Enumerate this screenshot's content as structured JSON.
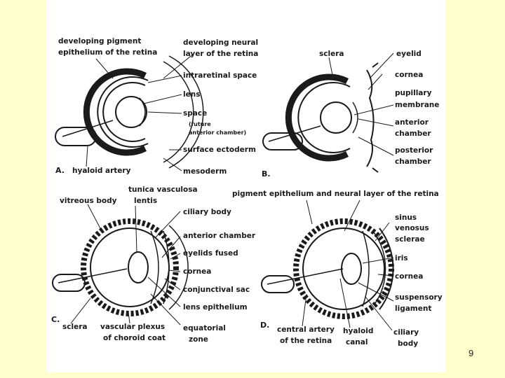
{
  "panelA": {
    "letter": "A.",
    "l1a": "developing pigment",
    "l1b": "epithelium of the retina",
    "l2a": "developing neural",
    "l2b": "layer of the retina",
    "l3": "intraretinal space",
    "l4": "lens",
    "l5a": "space",
    "l5b": "(future",
    "l5c": "anterior chamber)",
    "l6": "surface ectoderm",
    "l7": "mesoderm",
    "l8": "hyaloid artery"
  },
  "panelB": {
    "letter": "B.",
    "l1": "sclera",
    "l2": "eyelid",
    "l3": "cornea",
    "l4a": "pupillary",
    "l4b": "membrane",
    "l5a": "anterior",
    "l5b": "chamber",
    "l6a": "posterior",
    "l6b": "chamber"
  },
  "panelC": {
    "letter": "C.",
    "l1": "vitreous body",
    "l2a": "tunica vasculosa",
    "l2b": "lentis",
    "l3": "ciliary body",
    "l4": "anterior chamber",
    "l5": "eyelids fused",
    "l6": "cornea",
    "l7": "conjunctival sac",
    "l8": "lens epithelium",
    "l9a": "equatorial",
    "l9b": "zone",
    "l10a": "vascular plexus",
    "l10b": "of choroid coat",
    "l11": "sclera"
  },
  "panelD": {
    "letter": "D.",
    "top": "pigment epithelium and neural layer of the retina",
    "l1a": "sinus",
    "l1b": "venosus",
    "l1c": "sclerae",
    "l2": "iris",
    "l3": "cornea",
    "l4a": "suspensory",
    "l4b": "ligament",
    "l5a": "ciliary",
    "l5b": "body",
    "l6a": "hyaloid",
    "l6b": "canal",
    "l7a": "central artery",
    "l7b": "of the retina"
  },
  "page_number": "9",
  "colors": {
    "background": "#ffffcc",
    "figure": "#ffffff",
    "ink": "#1a1a1a"
  }
}
